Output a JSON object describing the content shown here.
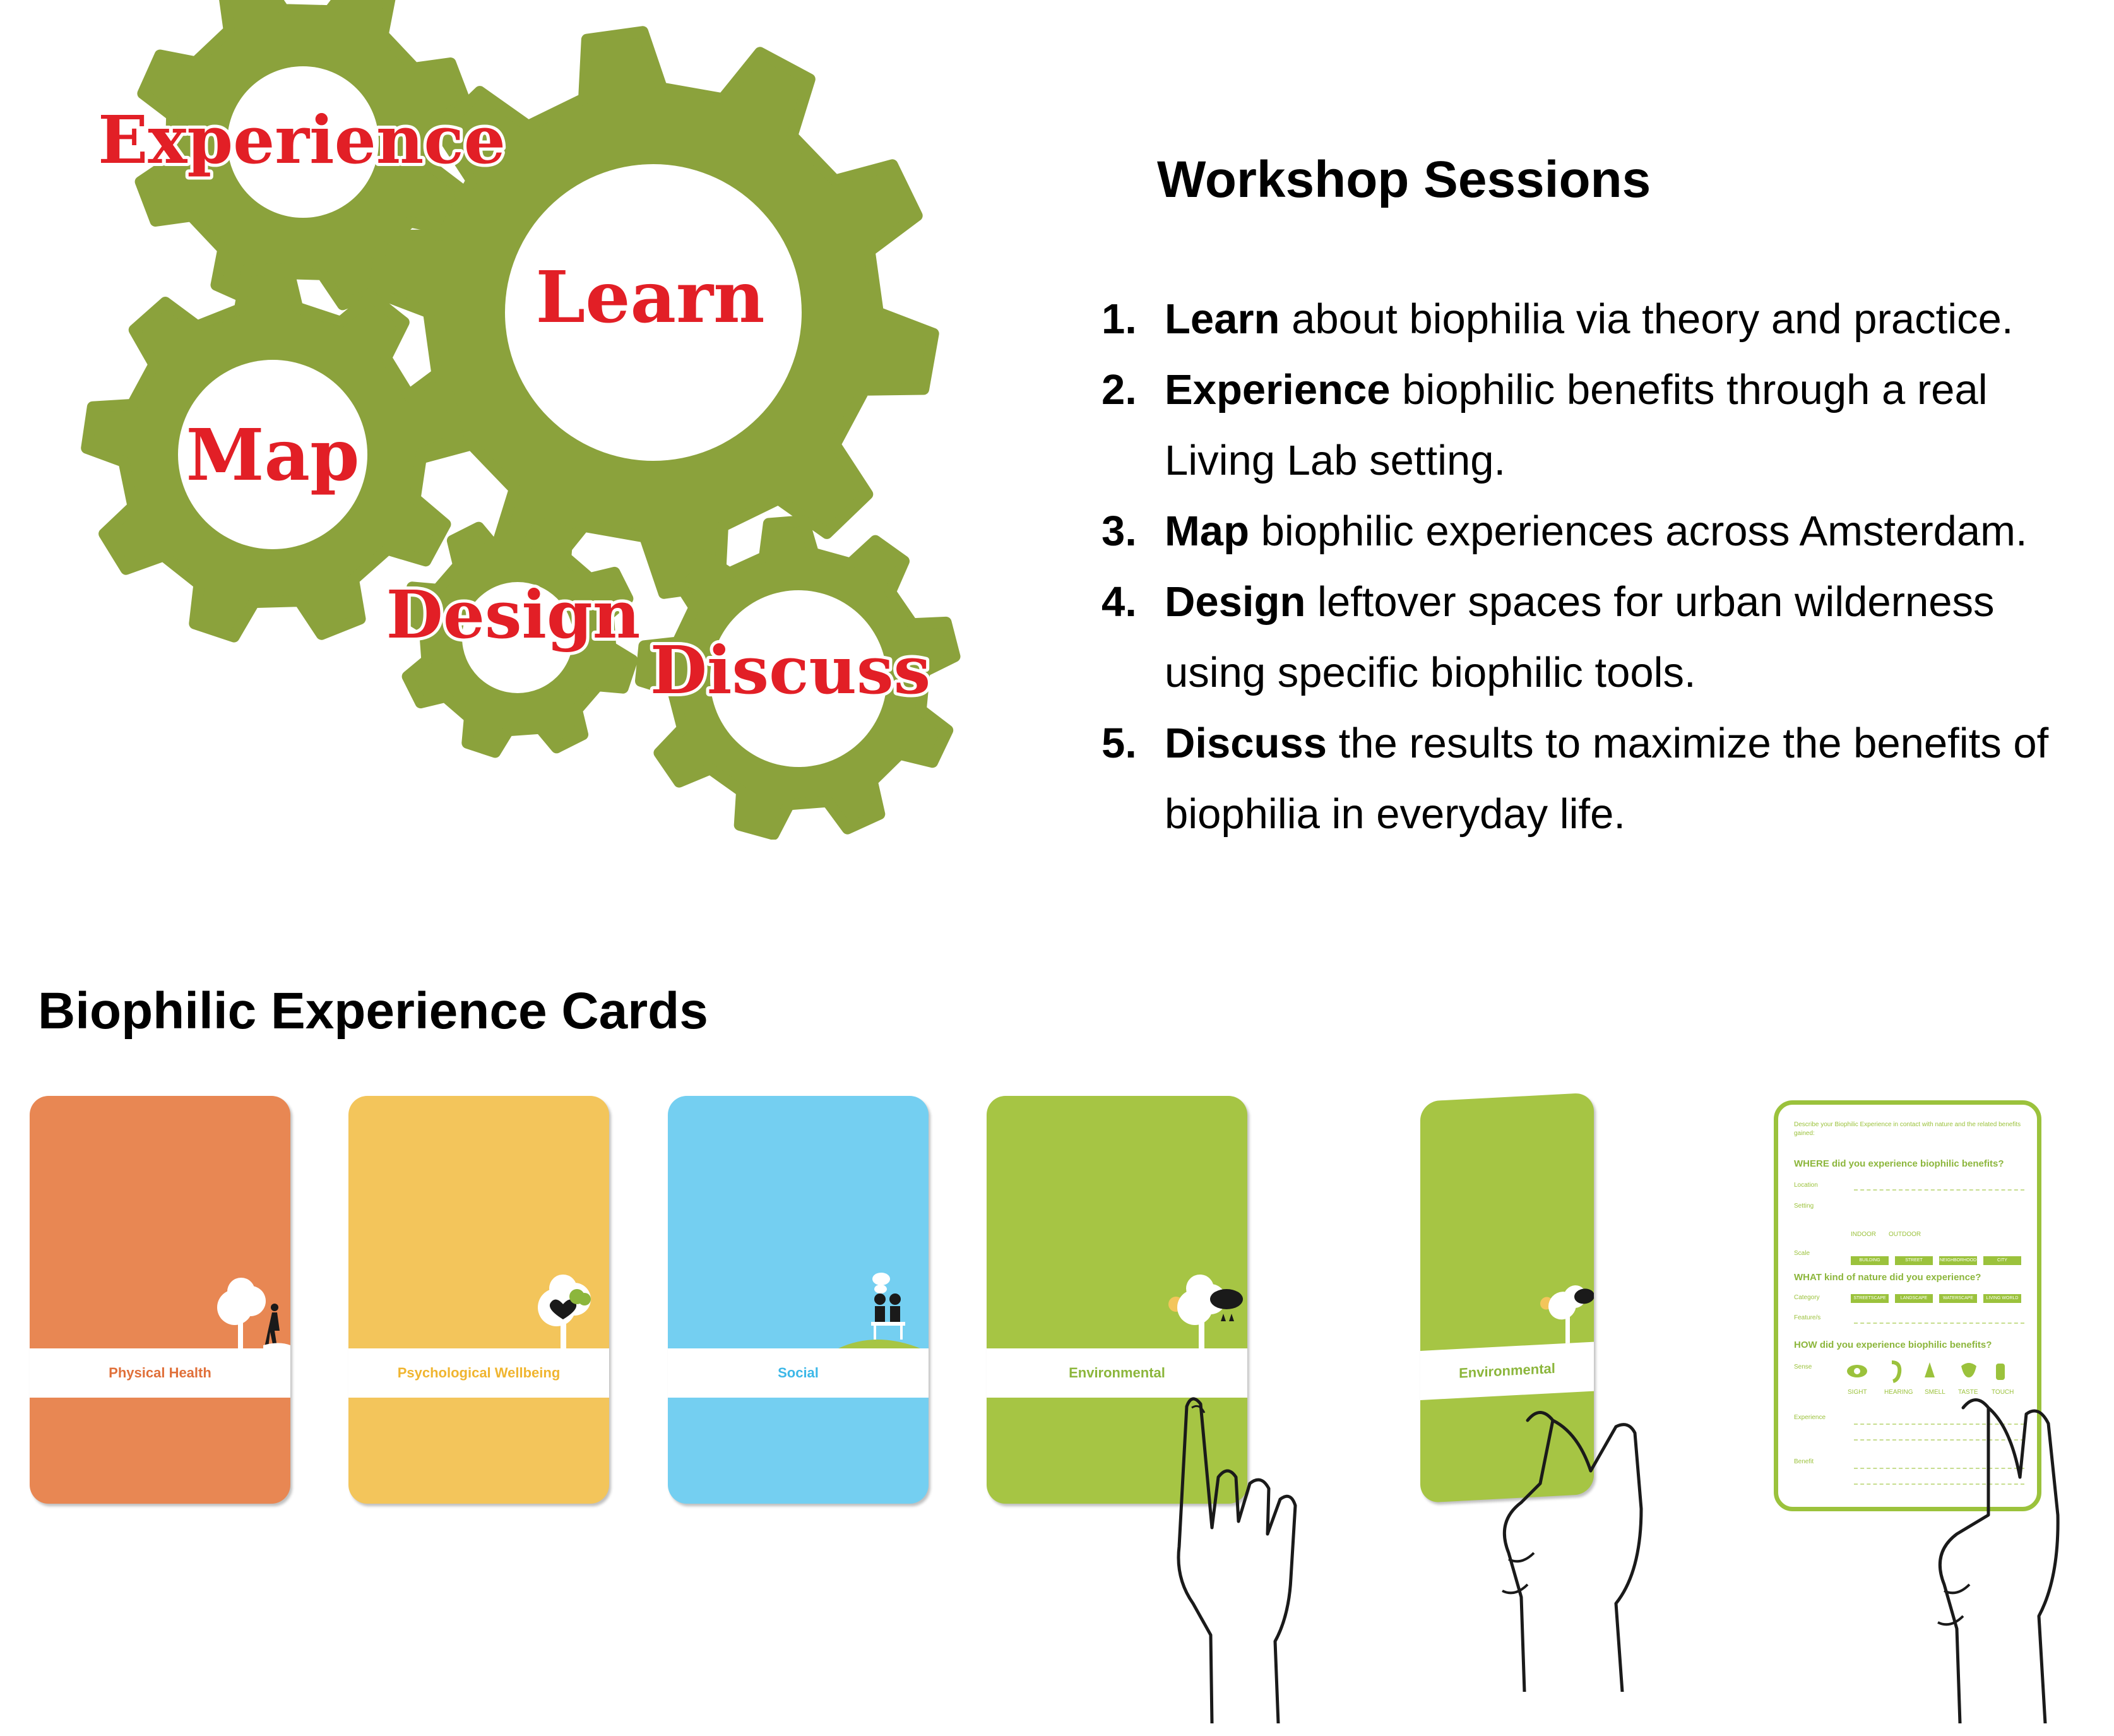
{
  "gears": {
    "words": [
      "Experience",
      "Learn",
      "Map",
      "Design",
      "Discuss"
    ],
    "gear_color": "#8ba23c",
    "word_color": "#e21f26"
  },
  "sessions": {
    "title": "Workshop Sessions",
    "items": [
      {
        "num": "1.",
        "keyword": "Learn",
        "rest": " about biophilia via theory and practice."
      },
      {
        "num": "2.",
        "keyword": "Experience",
        "rest": " biophilic benefits through a real Living Lab setting."
      },
      {
        "num": "3.",
        "keyword": "Map",
        "rest": " biophilic experiences across Amsterdam."
      },
      {
        "num": "4.",
        "keyword": "Design",
        "rest": " leftover spaces for urban wilderness using specific biophilic tools."
      },
      {
        "num": "5.",
        "keyword": "Discuss",
        "rest": " the results to maximize the benefits of biophilia in everyday life."
      }
    ]
  },
  "cards": {
    "title": "Biophilic Experience Cards",
    "items": [
      {
        "label": "Physical Health",
        "color": "#e88753",
        "label_color": "#e0703a"
      },
      {
        "label": "Psychological Wellbeing",
        "color": "#f3c55b",
        "label_color": "#f0b530"
      },
      {
        "label": "Social",
        "color": "#74cff1",
        "label_color": "#3db8e8"
      },
      {
        "label": "Environmental",
        "color": "#a6c544",
        "label_color": "#8cb63c"
      },
      {
        "label": "Environmental",
        "color": "#a6c544",
        "label_color": "#8cb63c"
      }
    ],
    "form": {
      "intro": "Describe your Biophilic Experience in contact with nature and the related benefits gained:",
      "where": "WHERE did you experience biophilic benefits?",
      "location": "Location",
      "setting": "Setting",
      "scale": "Scale",
      "indoor": "INDOOR",
      "outdoor": "OUTDOOR",
      "scales": [
        "BUILDING",
        "STREET",
        "NEIGHBORHOOD",
        "CITY"
      ],
      "what": "WHAT kind of nature did you experience?",
      "category": "Category",
      "feature": "Feature/s",
      "categories": [
        "STREETSCAPE",
        "LANDSCAPE",
        "WATERSCAPE",
        "LIVING WORLD"
      ],
      "how": "HOW did you experience biophilic benefits?",
      "sense": "Sense",
      "senses": [
        "SIGHT",
        "HEARING",
        "SMELL",
        "TASTE",
        "TOUCH"
      ],
      "experience": "Experience",
      "benefit": "Benefit",
      "accent": "#9bc23c"
    }
  }
}
